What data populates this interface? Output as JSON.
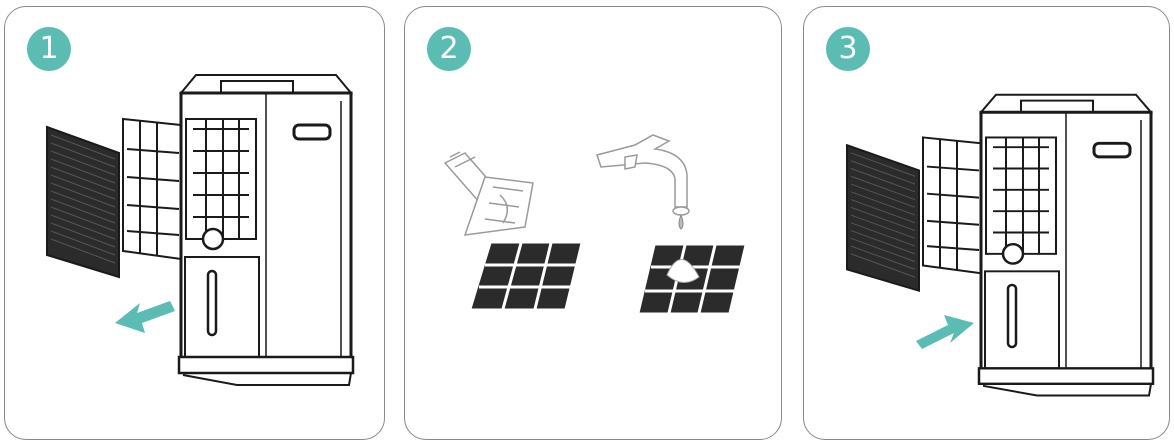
{
  "steps": [
    {
      "number": "1",
      "arrow_direction": "out"
    },
    {
      "number": "2"
    },
    {
      "number": "3",
      "arrow_direction": "in"
    }
  ],
  "colors": {
    "accent": "#5bbcb4",
    "outline": "#1a1a1a",
    "panel_border": "#8a8a8a",
    "filter_dark": "#2b2b2b"
  }
}
